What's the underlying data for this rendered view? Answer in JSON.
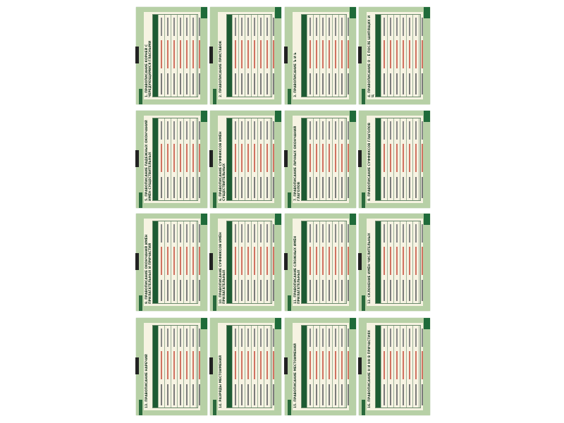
{
  "colors": {
    "frame": "#b7d0a6",
    "header": "#1d5a32",
    "paper": "#f6f3e2",
    "accent": "#c0392b"
  },
  "posters": [
    {
      "title": "1. ПРАВОПИСАНИЕ КОРНЕЙ С ЧЕРЕДУЮЩИМИСЯ ГЛАСНЫМИ"
    },
    {
      "title": "2. ПРАВОПИСАНИЕ ПРИСТАВОК"
    },
    {
      "title": "3. ПРАВОПИСАНИЕ Ъ И Ь"
    },
    {
      "title": "4. ПРАВОПИСАНИЕ О – Ё ПОСЛЕ ШИПЯЩИХ И Ц"
    },
    {
      "title": "5. ПРАВОПИСАНИЕ ПАДЕЖНЫХ ОКОНЧАНИЙ ИМЁН СУЩЕСТВИТЕЛЬНЫХ"
    },
    {
      "title": "6. ПРАВОПИСАНИЕ СУФФИКСОВ ИМЁН СУЩЕСТВИТЕЛЬНЫХ"
    },
    {
      "title": "7. ПРАВОПИСАНИЕ ЛИЧНЫХ ОКОНЧАНИЙ ГЛАГОЛОВ"
    },
    {
      "title": "8. ПРАВОПИСАНИЕ СУФФИКСОВ ГЛАГОЛОВ"
    },
    {
      "title": "9. ПРАВОПИСАНИЕ ОКОНЧАНИЙ ИМЁН ПРИЛАГАТЕЛЬНЫХ И ПРИЧАСТИЙ"
    },
    {
      "title": "10. ПРАВОПИСАНИЕ СУФФИКСОВ ИМЁН ПРИЛАГАТЕЛЬНЫХ"
    },
    {
      "title": "11. ПРАВОПИСАНИЕ СЛОЖНЫХ ИМЁН ПРИЛАГАТЕЛЬНЫХ"
    },
    {
      "title": "12. СКЛОНЕНИЕ ИМЁН ЧИСЛИТЕЛЬНЫХ"
    },
    {
      "title": "13. ПРАВОПИСАНИЕ НАРЕЧИЙ"
    },
    {
      "title": "14. РАЗРЯДЫ МЕСТОИМЕНИЙ"
    },
    {
      "title": "15. ПРАВОПИСАНИЕ МЕСТОИМЕНИЙ"
    },
    {
      "title": "16. ПРАВОПИСАНИЕ Н И НН В ПРИЧАСТИЯХ"
    }
  ]
}
